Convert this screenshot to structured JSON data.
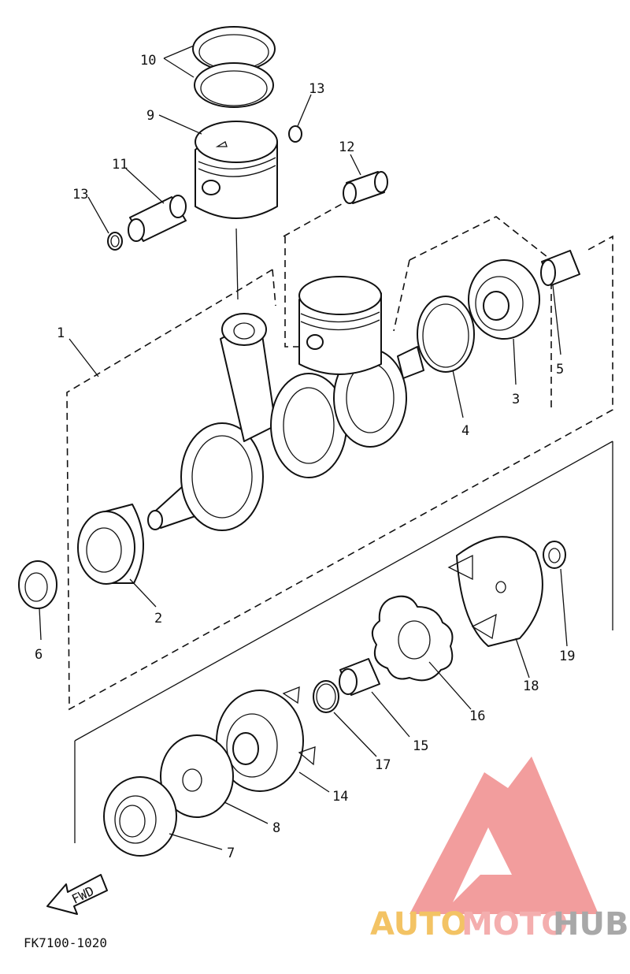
{
  "diagram": {
    "callouts": [
      {
        "id": "c1",
        "text": "1"
      },
      {
        "id": "c2",
        "text": "2"
      },
      {
        "id": "c3",
        "text": "3"
      },
      {
        "id": "c4",
        "text": "4"
      },
      {
        "id": "c5",
        "text": "5"
      },
      {
        "id": "c6",
        "text": "6"
      },
      {
        "id": "c7",
        "text": "7"
      },
      {
        "id": "c8",
        "text": "8"
      },
      {
        "id": "c9",
        "text": "9"
      },
      {
        "id": "c10",
        "text": "10"
      },
      {
        "id": "c11",
        "text": "11"
      },
      {
        "id": "c12",
        "text": "12"
      },
      {
        "id": "c13a",
        "text": "13"
      },
      {
        "id": "c13b",
        "text": "13"
      },
      {
        "id": "c14",
        "text": "14"
      },
      {
        "id": "c15",
        "text": "15"
      },
      {
        "id": "c16",
        "text": "16"
      },
      {
        "id": "c17",
        "text": "17"
      },
      {
        "id": "c18",
        "text": "18"
      },
      {
        "id": "c19",
        "text": "19"
      }
    ],
    "fwd_label": "FWD",
    "figure_code": "FK7100-1020"
  },
  "watermark": {
    "text_auto": "AUTO",
    "text_moto": "MOTO",
    "text_hub": "HUB",
    "colors": {
      "auto": "#f2b94a",
      "moto": "#f3a0a0",
      "hub": "#9a9a9a",
      "logo": "#f08c8c"
    }
  }
}
